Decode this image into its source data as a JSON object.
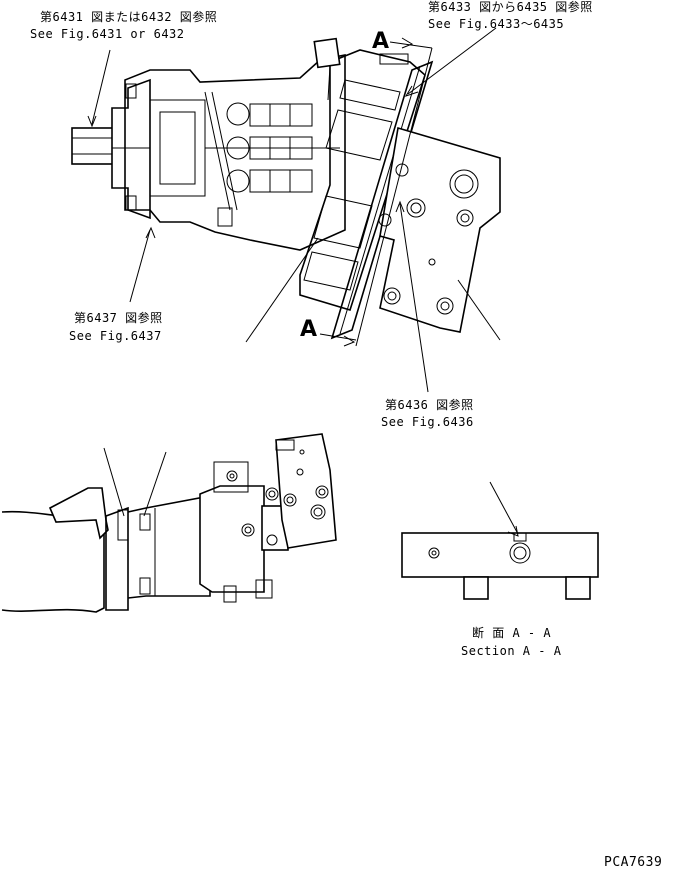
{
  "callouts": {
    "fig6431_jp": "第6431 図または6432 図参照",
    "fig6431_en": "See Fig.6431 or 6432",
    "fig6433_jp": "第6433 図から6435 図参照",
    "fig6433_en": "See Fig.6433～6435",
    "fig6437_jp": "第6437 図参照",
    "fig6437_en": "See Fig.6437",
    "fig6436_jp": "第6436 図参照",
    "fig6436_en": "See Fig.6436"
  },
  "section_markers": {
    "top": "A",
    "bottom": "A"
  },
  "section_caption": {
    "jp": "断 面 A - A",
    "en": "Section A - A"
  },
  "drawing_number": "PCA7639"
}
